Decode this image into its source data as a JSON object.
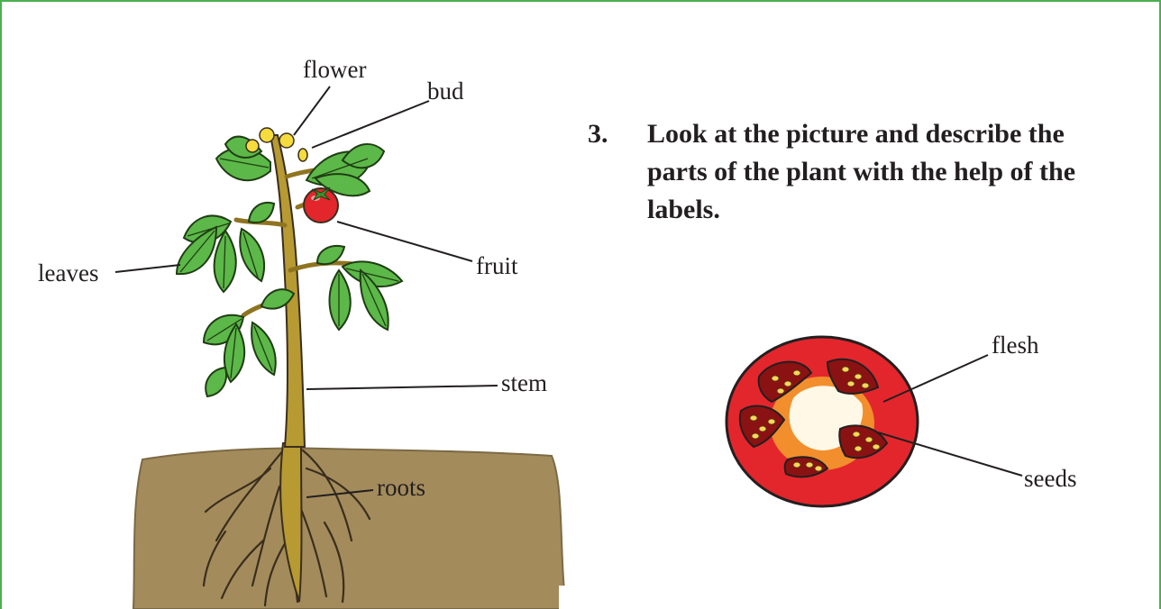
{
  "question": {
    "number": "3.",
    "text": "Look at the picture and describe the parts of the plant with the help of the labels."
  },
  "plant_labels": {
    "flower": "flower",
    "bud": "bud",
    "leaves": "leaves",
    "fruit": "fruit",
    "stem": "stem",
    "roots": "roots"
  },
  "tomato_labels": {
    "flesh": "flesh",
    "seeds": "seeds"
  },
  "colors": {
    "frame": "#4caf50",
    "soil": "#a38b5c",
    "leaf": "#5cb848",
    "stem": "#b89a32",
    "tomato": "#e3262c",
    "flower": "#f5dc3c"
  }
}
